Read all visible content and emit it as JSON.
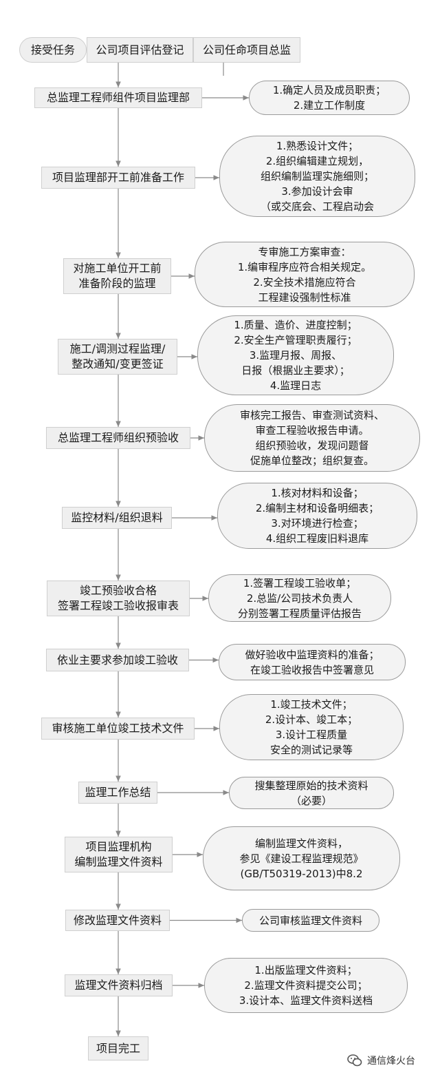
{
  "colors": {
    "line": "#8a8a8a",
    "box_fill": "#efefef",
    "box_border": "#cfcfcf",
    "note_fill": "#f3f3f3",
    "note_border": "#9a9a9a"
  },
  "header": {
    "accept_task": "接受任务",
    "company_registration": "公司项目评估登记",
    "company_appoint": "公司任命项目总监"
  },
  "steps": [
    {
      "lines": [
        "总监理工程师组件项目监理部"
      ],
      "note": [
        "1.确定人员及成员职责；",
        "2.建立工作制度"
      ]
    },
    {
      "lines": [
        "项目监理部开工前准备工作"
      ],
      "note": [
        "1.熟悉设计文件；",
        "2.组织编辑建立规划，",
        "组织编制监理实施细则；",
        "3.参加设计会审",
        "（或交底会、工程启动会"
      ]
    },
    {
      "lines": [
        "对施工单位开工前",
        "准备阶段的监理"
      ],
      "note": [
        "专审施工方案审查：",
        "1.编审程序应符合相关规定。",
        "2.安全技术措施应符合",
        "工程建设强制性标准"
      ]
    },
    {
      "lines": [
        "施工/调测过程监理/",
        "整改通知/变更签证"
      ],
      "note": [
        "1.质量、造价、进度控制；",
        "2.安全生产管理职责履行；",
        "3.监理月报、周报、",
        "日报（根据业主要求）；",
        "4.监理日志"
      ]
    },
    {
      "lines": [
        "总监理工程师组织预验收"
      ],
      "note": [
        "审核完工报告、审查测试资料、",
        "审查工程验收报告申请。",
        "组织预验收，发现问题督",
        "促施单位整改；组织复查。"
      ]
    },
    {
      "lines": [
        "监控材料/组织退料"
      ],
      "note": [
        "1.核对材料和设备；",
        "2.编制主材和设备明细表；",
        "3.对环境进行检查；",
        "4.组织工程废旧料退库"
      ]
    },
    {
      "lines": [
        "竣工预验收合格",
        "签署工程竣工验收报审表"
      ],
      "note": [
        "1.签署工程竣工验收单；",
        "2.总监/公司技术负责人",
        "分别签署工程质量评估报告"
      ]
    },
    {
      "lines": [
        "依业主要求参加竣工验收"
      ],
      "note": [
        "做好验收中监理资料的准备；",
        "在竣工验收报告中签署意见"
      ]
    },
    {
      "lines": [
        "审核施工单位竣工技术文件"
      ],
      "note": [
        "1.竣工技术文件；",
        "2.设计本、竣工本；",
        "3.设计工程质量",
        "安全的测试记录等"
      ]
    },
    {
      "lines": [
        "监理工作总结"
      ],
      "note": [
        "搜集整理原始的技术资料",
        "（必要）"
      ]
    },
    {
      "lines": [
        "项目监理机构",
        "编制监理文件资料"
      ],
      "note": [
        "编制监理文件资料，",
        "参见《建设工程监理规范》",
        "(GB/T50319-2013)中8.2"
      ]
    },
    {
      "lines": [
        "修改监理文件资料"
      ],
      "note": [
        "公司审核监理文件资料"
      ]
    },
    {
      "lines": [
        "监理文件资料归档"
      ],
      "note": [
        "1.出版监理文件资料；",
        "2.监理文件资料提交公司；",
        "3.设计本、监理文件资料送档"
      ]
    }
  ],
  "end_step": "项目完工",
  "watermark": {
    "text": "通信烽火台",
    "icon": "wechat-icon"
  }
}
